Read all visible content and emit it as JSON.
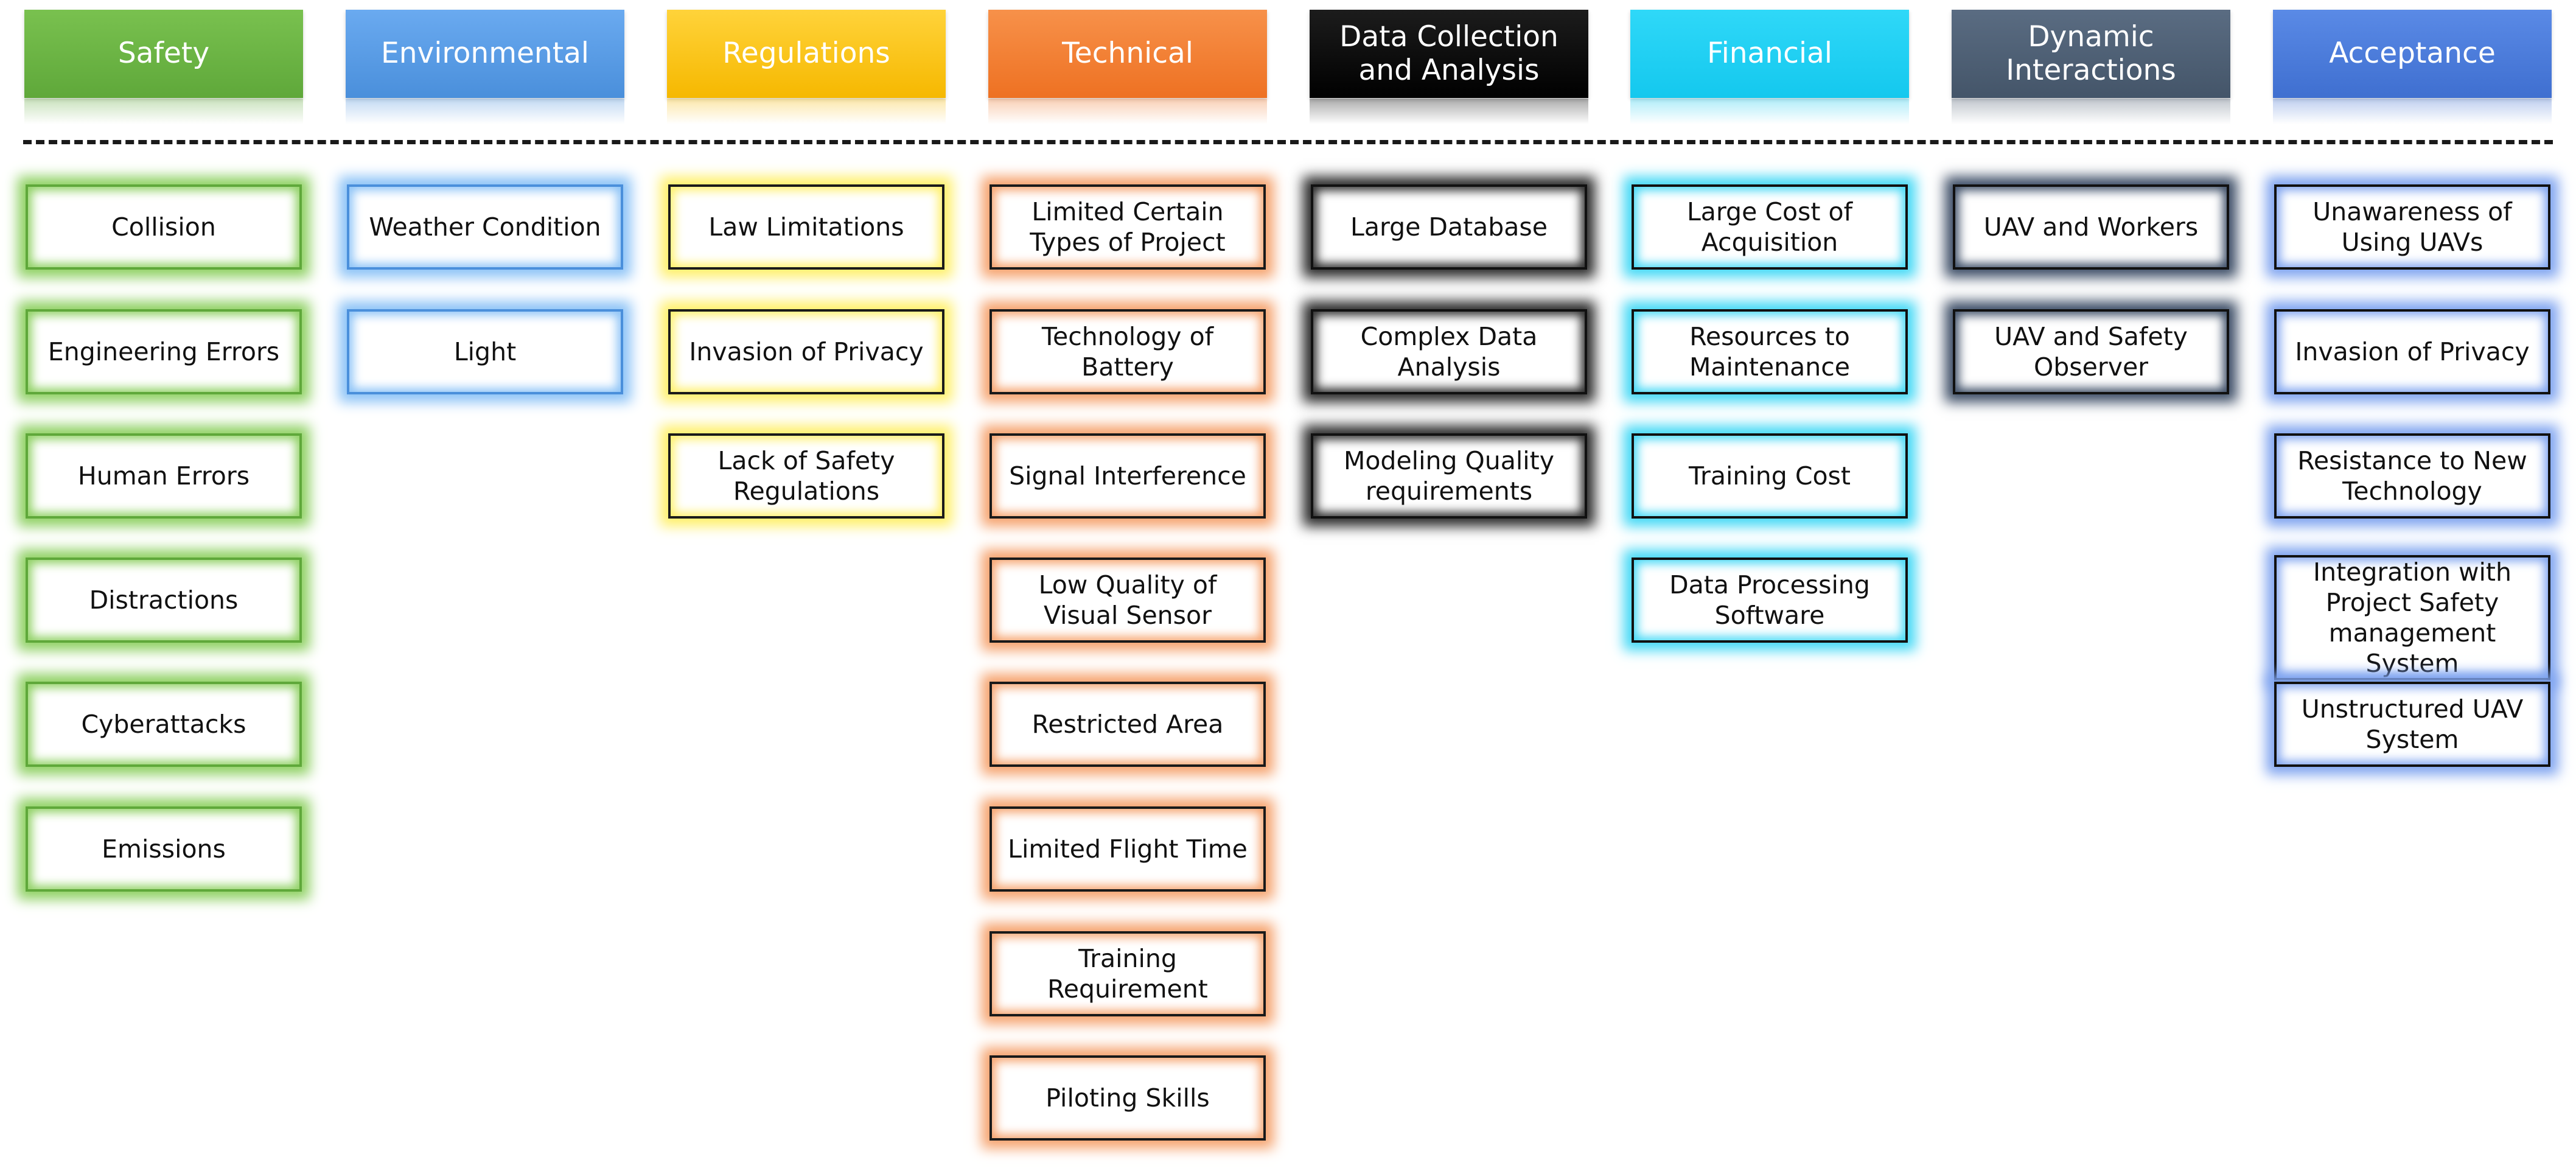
{
  "categories": [
    {
      "name": "Safety",
      "header_color": "#5fa83a",
      "header_gradient_top": "#79c14f",
      "header_text_color": "#ffffff",
      "glow_color": "#8fd163",
      "border_color": "#5fa83a",
      "factors": [
        "Collision",
        "Engineering Errors",
        "Human Errors",
        "Distractions",
        "Cyberattacks",
        "Emissions"
      ]
    },
    {
      "name": "Environmental",
      "header_color": "#4a8fdb",
      "header_gradient_top": "#6aaaf0",
      "header_text_color": "#ffffff",
      "glow_color": "#8cc3f7",
      "border_color": "#4a8fdb",
      "factors": [
        "Weather Condition",
        "Light"
      ]
    },
    {
      "name": "Regulations",
      "header_color": "#f6b800",
      "header_gradient_top": "#ffd33a",
      "header_text_color": "#ffffff",
      "glow_color": "#fff06a",
      "border_color": "#1a1a1a",
      "factors": [
        "Law Limitations",
        "Invasion of Privacy",
        "Lack of Safety Regulations"
      ]
    },
    {
      "name": "Technical",
      "header_color": "#ee7122",
      "header_gradient_top": "#f7914a",
      "header_text_color": "#ffffff",
      "glow_color": "#f6a36e",
      "border_color": "#1a1a1a",
      "factors": [
        "Limited Certain Types of Project",
        "Technology of Battery",
        "Signal Interference",
        "Low Quality of Visual Sensor",
        "Restricted Area",
        "Limited Flight Time",
        "Training Requirement",
        "Piloting Skills"
      ]
    },
    {
      "name": "Data Collection and Analysis",
      "header_color": "#000000",
      "header_gradient_top": "#1c1c1c",
      "header_text_color": "#ffffff",
      "glow_color": "#2a2a2a",
      "border_color": "#111111",
      "factors": [
        "Large Database",
        "Complex Data Analysis",
        "Modeling Quality requirements"
      ]
    },
    {
      "name": "Financial",
      "header_color": "#14c8ee",
      "header_gradient_top": "#2fd8f8",
      "header_text_color": "#ffffff",
      "glow_color": "#45d9f6",
      "border_color": "#111111",
      "factors": [
        "Large Cost of Acquisition",
        "Resources to Maintenance",
        "Training Cost",
        "Data Processing Software"
      ]
    },
    {
      "name": "Dynamic Interactions",
      "header_color": "#445569",
      "header_gradient_top": "#5a6c82",
      "header_text_color": "#ffffff",
      "glow_color": "#3c4d66",
      "border_color": "#111111",
      "factors": [
        "UAV and Workers",
        "UAV and Safety Observer"
      ]
    },
    {
      "name": "Acceptance",
      "header_color": "#3f6fd0",
      "header_gradient_top": "#5a8ae6",
      "header_text_color": "#ffffff",
      "glow_color": "#7fa4f0",
      "border_color": "#111111",
      "factors": [
        "Unawareness of Using UAVs",
        "Invasion of Privacy",
        "Resistance to New Technology",
        "Integration with Project Safety management System",
        "Unstructured UAV System"
      ]
    }
  ]
}
